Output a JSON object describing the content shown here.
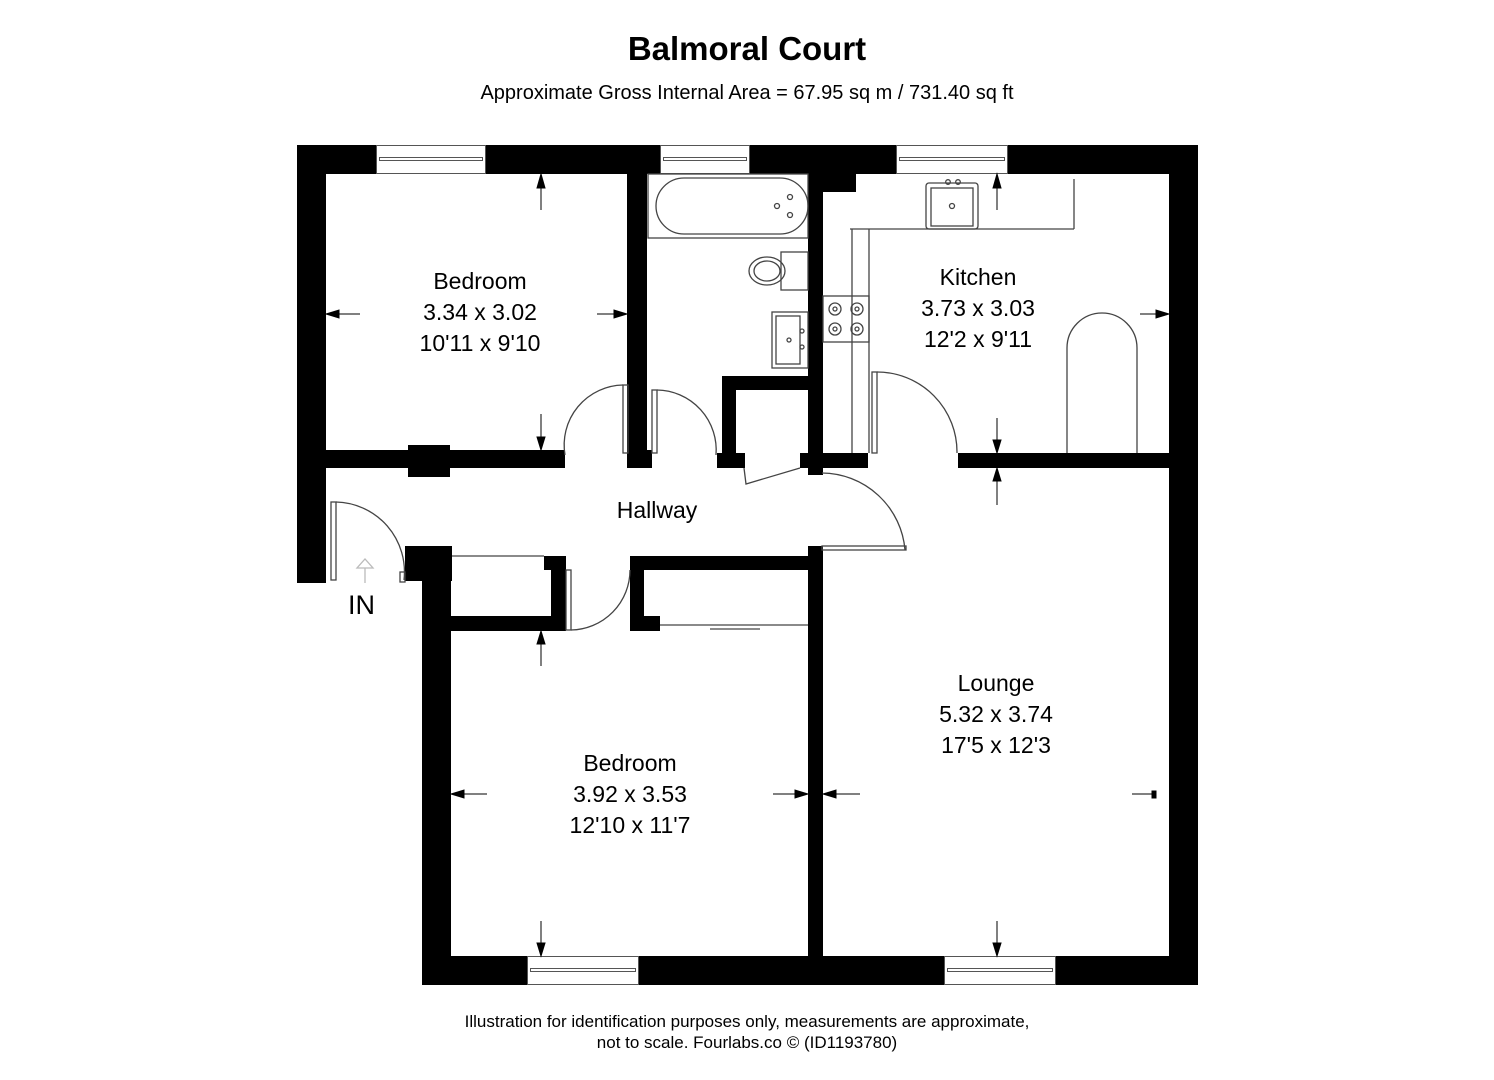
{
  "header": {
    "title": "Balmoral Court",
    "subtitle": "Approximate Gross Internal Area = 67.95 sq m / 731.40 sq ft"
  },
  "rooms": {
    "bedroom1": {
      "name": "Bedroom",
      "metric": "3.34 x 3.02",
      "imperial": "10'11 x 9'10"
    },
    "kitchen": {
      "name": "Kitchen",
      "metric": "3.73 x 3.03",
      "imperial": "12'2 x 9'11"
    },
    "hallway": {
      "name": "Hallway"
    },
    "bedroom2": {
      "name": "Bedroom",
      "metric": "3.92 x 3.53",
      "imperial": "12'10 x 11'7"
    },
    "lounge": {
      "name": "Lounge",
      "metric": "5.32 x 3.74",
      "imperial": "17'5 x 12'3"
    }
  },
  "entrance": {
    "label": "IN",
    "icon": "entrance-arrow-icon"
  },
  "fixtures": [
    "bath-icon",
    "toilet-icon",
    "basin-icon",
    "kitchen-sink-icon",
    "hob-icon",
    "appliance-icon"
  ],
  "colors": {
    "wall": "#000000",
    "background": "#ffffff",
    "line": "#555555"
  },
  "footer": {
    "line1": "Illustration for identification purposes only, measurements are approximate,",
    "line2": "not to scale. Fourlabs.co © (ID1193780)"
  }
}
